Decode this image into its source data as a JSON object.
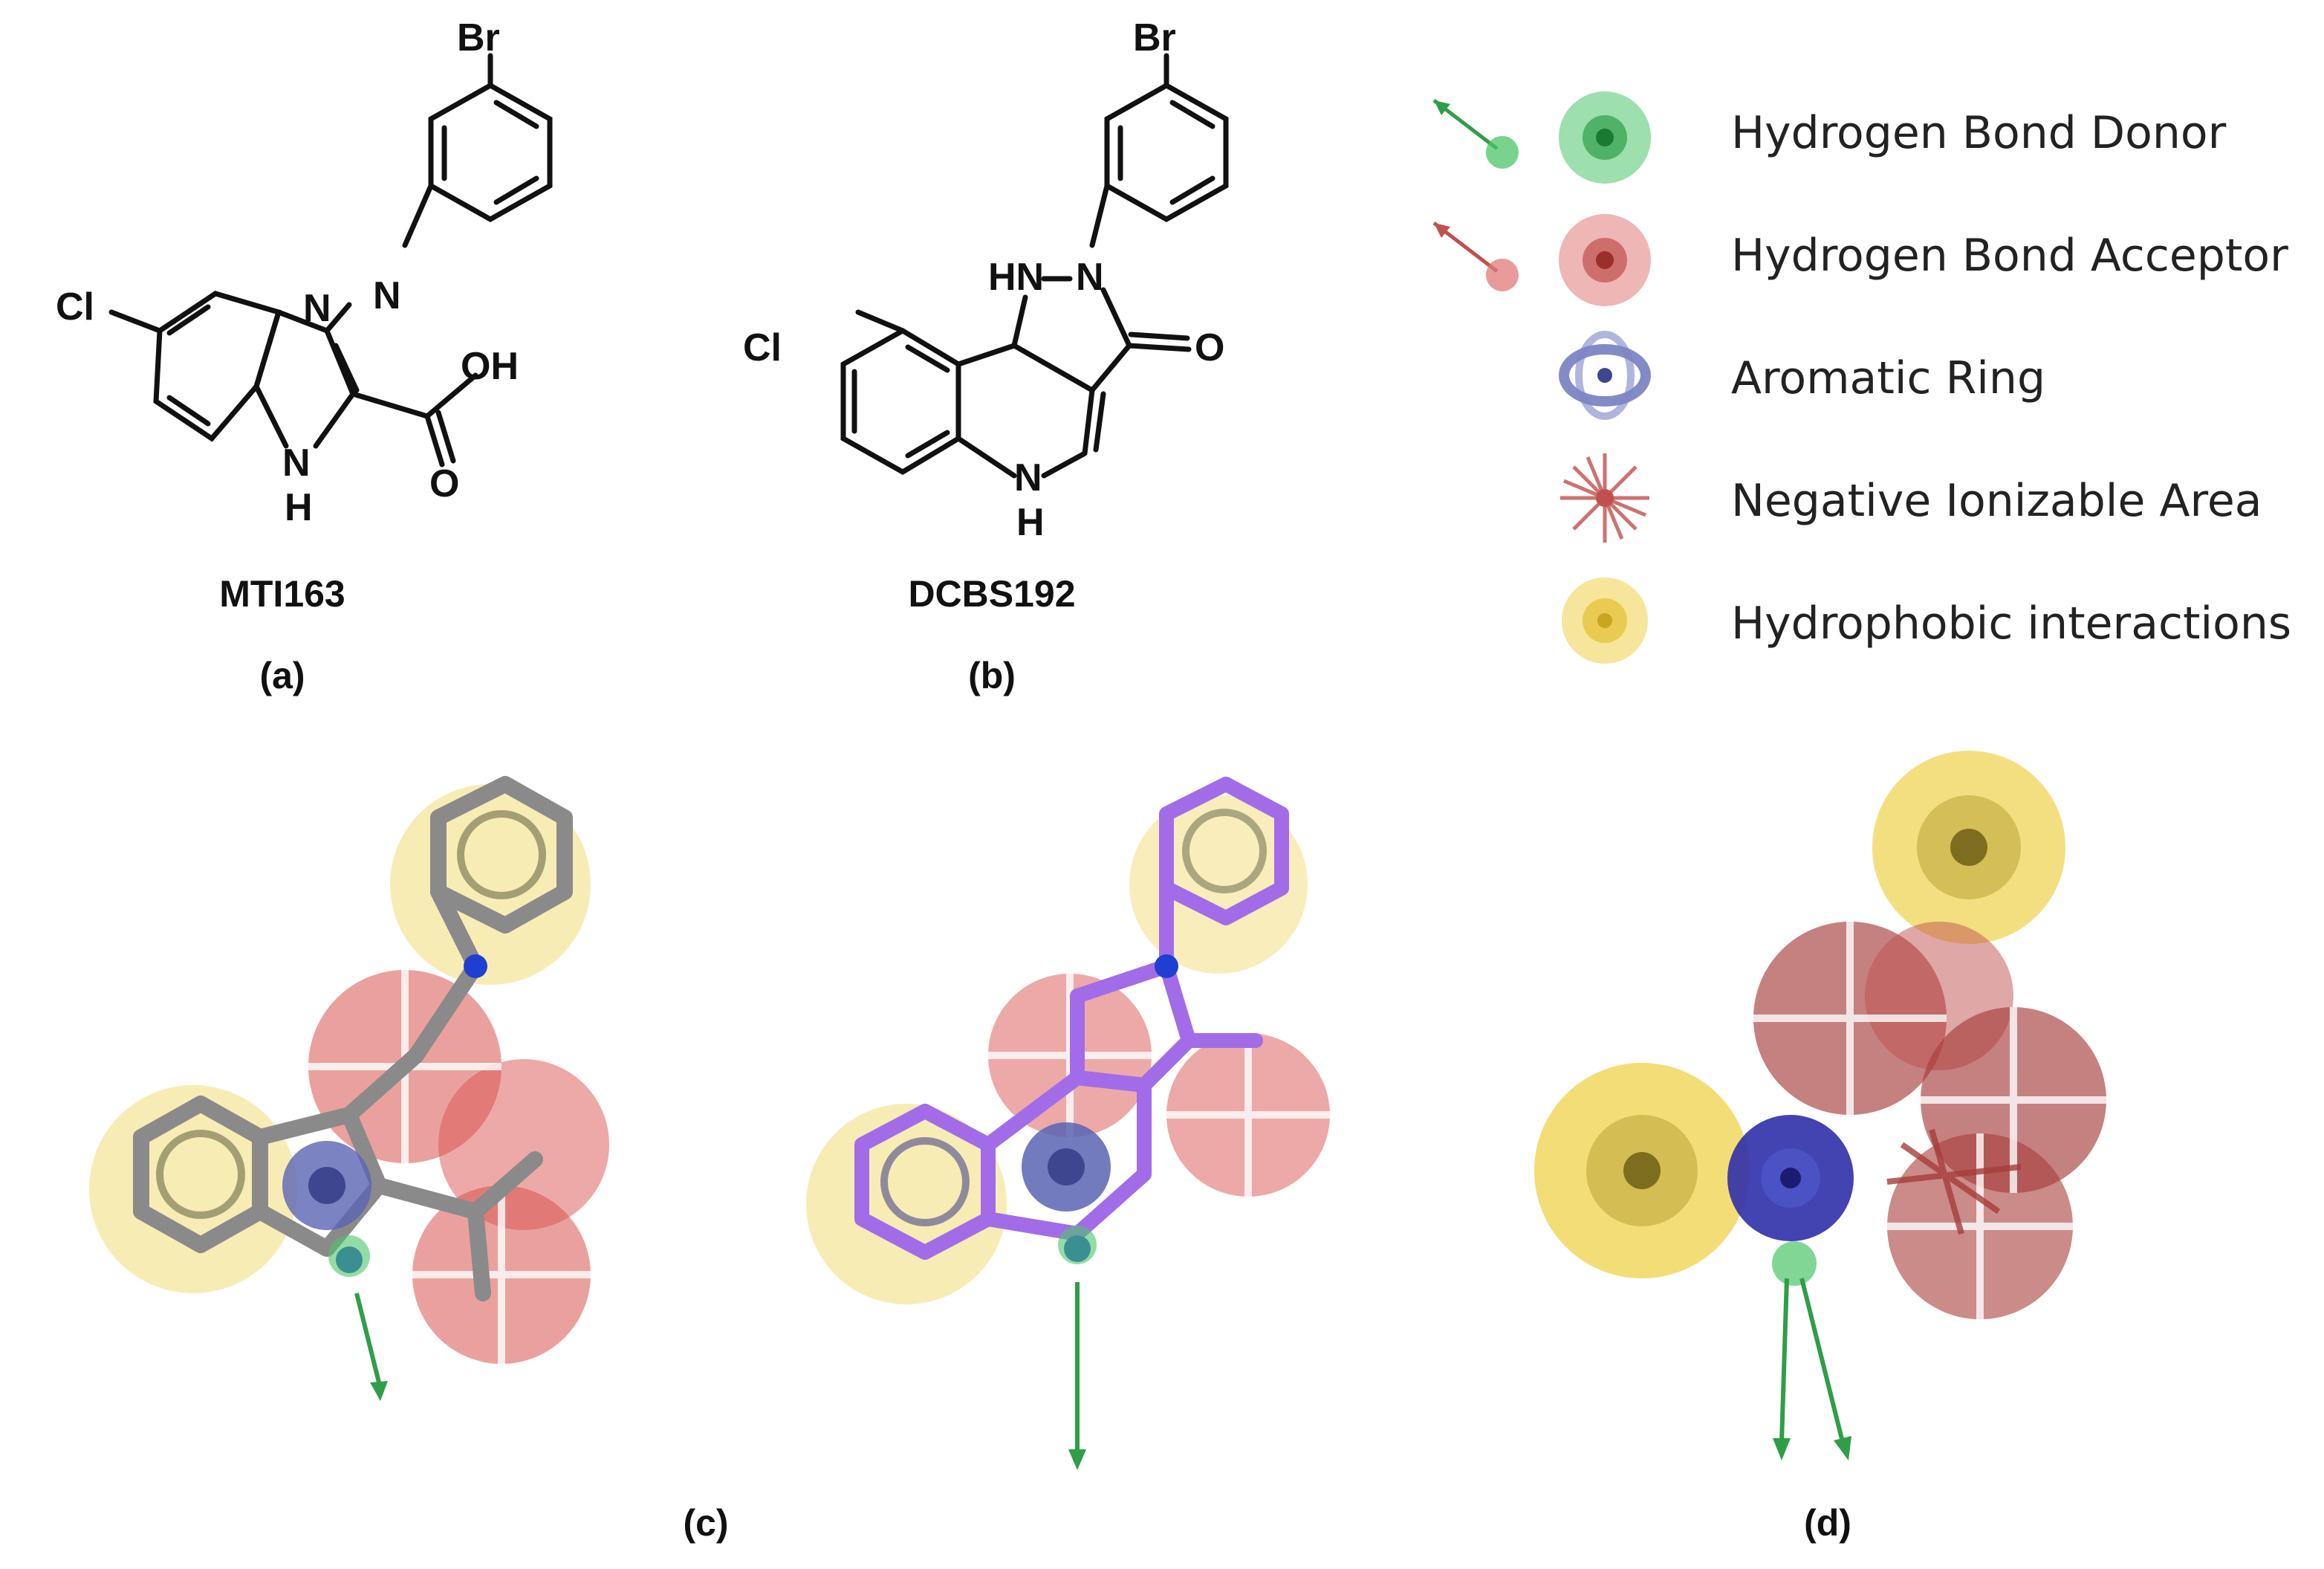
{
  "panels": {
    "a": {
      "compound": "MTI163",
      "label": "(a)"
    },
    "b": {
      "compound": "DCBS192",
      "label": "(b)"
    },
    "c": {
      "label": "(c)"
    },
    "d": {
      "label": "(d)"
    }
  },
  "atoms": {
    "br": "Br",
    "cl": "Cl",
    "n": "N",
    "nh": "NH",
    "h": "H",
    "hn": "HN",
    "o": "O",
    "oh": "OH"
  },
  "legend": [
    {
      "icon": "hydrogen-bond-donor-icon",
      "label": "Hydrogen Bond Donor",
      "color": "#3cb95a"
    },
    {
      "icon": "hydrogen-bond-acceptor-icon",
      "label": "Hydrogen Bond Acceptor",
      "color": "#d9534f"
    },
    {
      "icon": "aromatic-ring-icon",
      "label": "Aromatic Ring",
      "color": "#5a64b4"
    },
    {
      "icon": "negative-ionizable-icon",
      "label": "Negative Ionizable Area",
      "color": "#c0504d"
    },
    {
      "icon": "hydrophobic-icon",
      "label": "Hydrophobic interactions",
      "color": "#f0d060"
    }
  ]
}
